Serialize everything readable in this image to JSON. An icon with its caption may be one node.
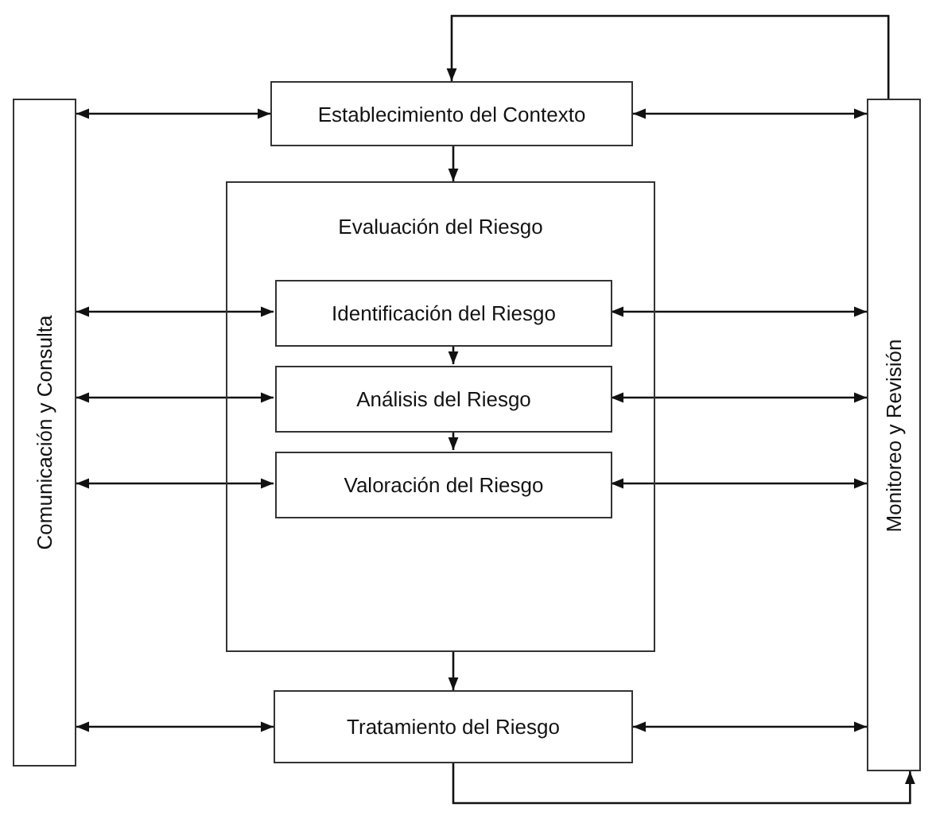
{
  "diagram": {
    "nodes": [
      {
        "text": [
          "Comunicación y Consulta"
        ]
      },
      {
        "text": [
          "Establecimiento del Contexto"
        ]
      },
      {
        "text": [
          "Monitoreo y Revisión"
        ]
      },
      {
        "text": [
          "Evaluación del Riesgo"
        ]
      },
      {
        "text": [
          "Identificación del Riesgo"
        ],
        "in": 3
      },
      {
        "text": [
          "Análisis del Riesgo"
        ],
        "in": 3
      },
      {
        "text": [
          "Valoración del Riesgo"
        ],
        "in": 3
      },
      {
        "text": [
          "Tratamiento del Riesgo"
        ]
      }
    ],
    "edges": [
      {
        "from": 0,
        "to": 1,
        "arrow": "both"
      },
      {
        "from": 1,
        "to": 2,
        "arrow": "both"
      },
      {
        "from": 1,
        "to": 3,
        "arrow": "to"
      },
      {
        "from": 0,
        "to": 4,
        "arrow": "both"
      },
      {
        "from": 4,
        "to": 2,
        "arrow": "both"
      },
      {
        "from": 4,
        "to": 5,
        "arrow": "to"
      },
      {
        "from": 0,
        "to": 5,
        "arrow": "both"
      },
      {
        "from": 5,
        "to": 2,
        "arrow": "both"
      },
      {
        "from": 5,
        "to": 6,
        "arrow": "to"
      },
      {
        "from": 0,
        "to": 6,
        "arrow": "both"
      },
      {
        "from": 6,
        "to": 2,
        "arrow": "both"
      },
      {
        "from": 3,
        "to": 7,
        "arrow": "to"
      },
      {
        "from": 0,
        "to": 7,
        "arrow": "both"
      },
      {
        "from": 7,
        "to": 2,
        "arrow": "both"
      },
      {
        "from": 7,
        "to": 2,
        "arrow": "to"
      },
      {
        "from": 2,
        "to": 1,
        "arrow": "to"
      }
    ]
  }
}
